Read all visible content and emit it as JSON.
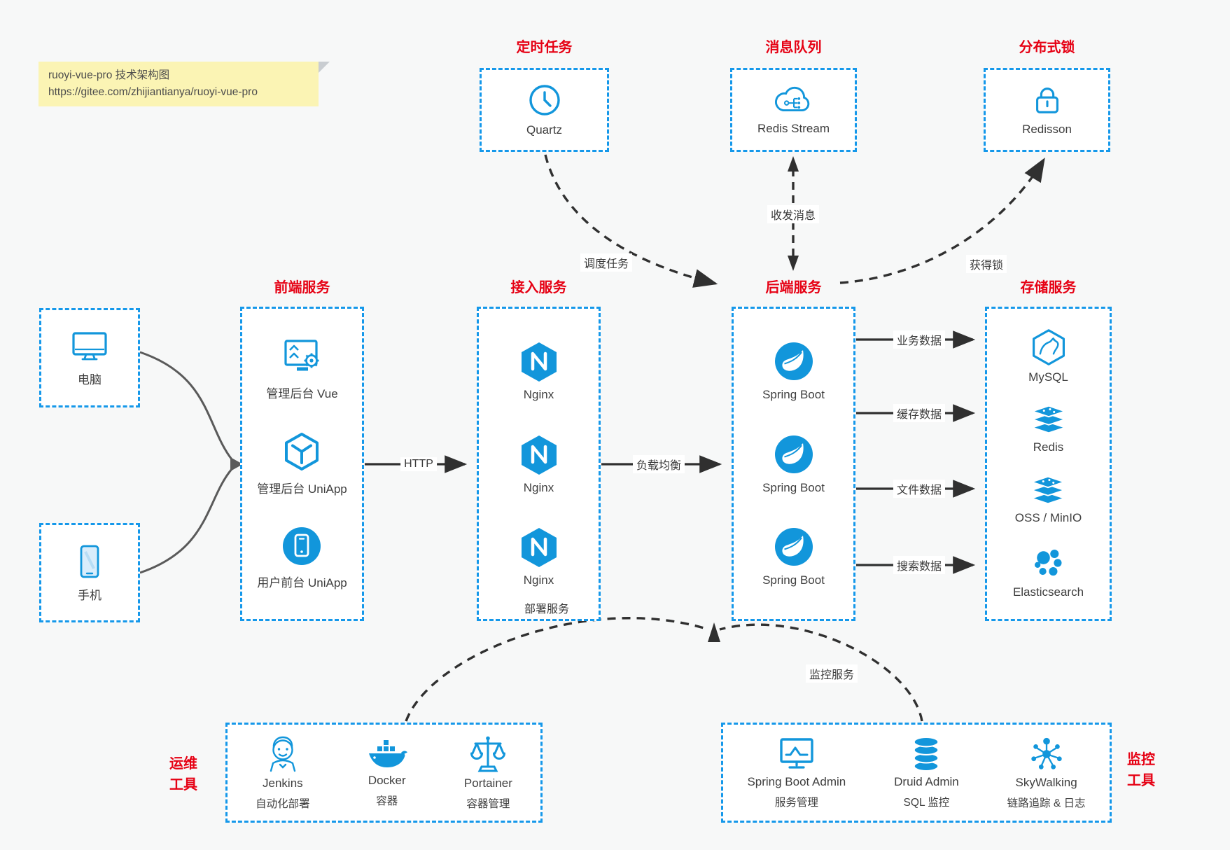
{
  "page": {
    "background": "#f7f8f8"
  },
  "note": {
    "line1": "ruoyi-vue-pro 技术架构图",
    "line2": "https://gitee.com/zhijiantianya/ruoyi-vue-pro"
  },
  "colors": {
    "box_border_blue": "#1598ea",
    "icon_blue": "#1296db",
    "title_red": "#e60114",
    "arrow_dark": "#303030",
    "arrow_gray": "#5a5a5a",
    "note_bg": "#fbf4b4"
  },
  "groups": {
    "scheduler": {
      "title": "定时任务",
      "items": [
        {
          "label": "Quartz",
          "icon": "clock-icon"
        }
      ]
    },
    "mq": {
      "title": "消息队列",
      "items": [
        {
          "label": "Redis Stream",
          "icon": "cloud-stream-icon"
        }
      ]
    },
    "lock": {
      "title": "分布式锁",
      "items": [
        {
          "label": "Redisson",
          "icon": "lock-icon"
        }
      ]
    },
    "clients": {
      "items": [
        {
          "label": "电脑",
          "icon": "desktop-icon"
        },
        {
          "label": "手机",
          "icon": "mobile-icon"
        }
      ]
    },
    "frontend": {
      "title": "前端服务",
      "items": [
        {
          "label": "管理后台 Vue",
          "icon": "admin-vue-icon"
        },
        {
          "label": "管理后台 UniApp",
          "icon": "cube-icon"
        },
        {
          "label": "用户前台 UniApp",
          "icon": "user-app-icon"
        }
      ]
    },
    "access": {
      "title": "接入服务",
      "items": [
        {
          "label": "Nginx",
          "icon": "nginx-icon"
        },
        {
          "label": "Nginx",
          "icon": "nginx-icon"
        },
        {
          "label": "Nginx",
          "icon": "nginx-icon"
        }
      ]
    },
    "backend": {
      "title": "后端服务",
      "items": [
        {
          "label": "Spring Boot",
          "icon": "spring-icon"
        },
        {
          "label": "Spring Boot",
          "icon": "spring-icon"
        },
        {
          "label": "Spring Boot",
          "icon": "spring-icon"
        }
      ]
    },
    "storage": {
      "title": "存储服务",
      "items": [
        {
          "label": "MySQL",
          "icon": "mysql-icon"
        },
        {
          "label": "Redis",
          "icon": "redis-icon"
        },
        {
          "label": "OSS / MinIO",
          "icon": "oss-icon"
        },
        {
          "label": "Elasticsearch",
          "icon": "elasticsearch-icon"
        }
      ]
    },
    "ops": {
      "title": "运维工具",
      "items": [
        {
          "name": "Jenkins",
          "desc": "自动化部署",
          "icon": "jenkins-icon"
        },
        {
          "name": "Docker",
          "desc": "容器",
          "icon": "docker-icon"
        },
        {
          "name": "Portainer",
          "desc": "容器管理",
          "icon": "portainer-icon"
        }
      ]
    },
    "monitoring": {
      "title": "监控工具",
      "items": [
        {
          "name": "Spring Boot Admin",
          "desc": "服务管理",
          "icon": "sba-icon"
        },
        {
          "name": "Druid Admin",
          "desc": "SQL 监控",
          "icon": "druid-icon"
        },
        {
          "name": "SkyWalking",
          "desc": "链路追踪 & 日志",
          "icon": "skywalking-icon"
        }
      ]
    }
  },
  "edges": {
    "http": "HTTP",
    "load_balance": "负载均衡",
    "schedule": "调度任务",
    "messages": "收发消息",
    "acquire_lock": "获得锁",
    "biz_data": "业务数据",
    "cache_data": "缓存数据",
    "file_data": "文件数据",
    "search_data": "搜索数据",
    "deploy": "部署服务",
    "monitor": "监控服务"
  }
}
